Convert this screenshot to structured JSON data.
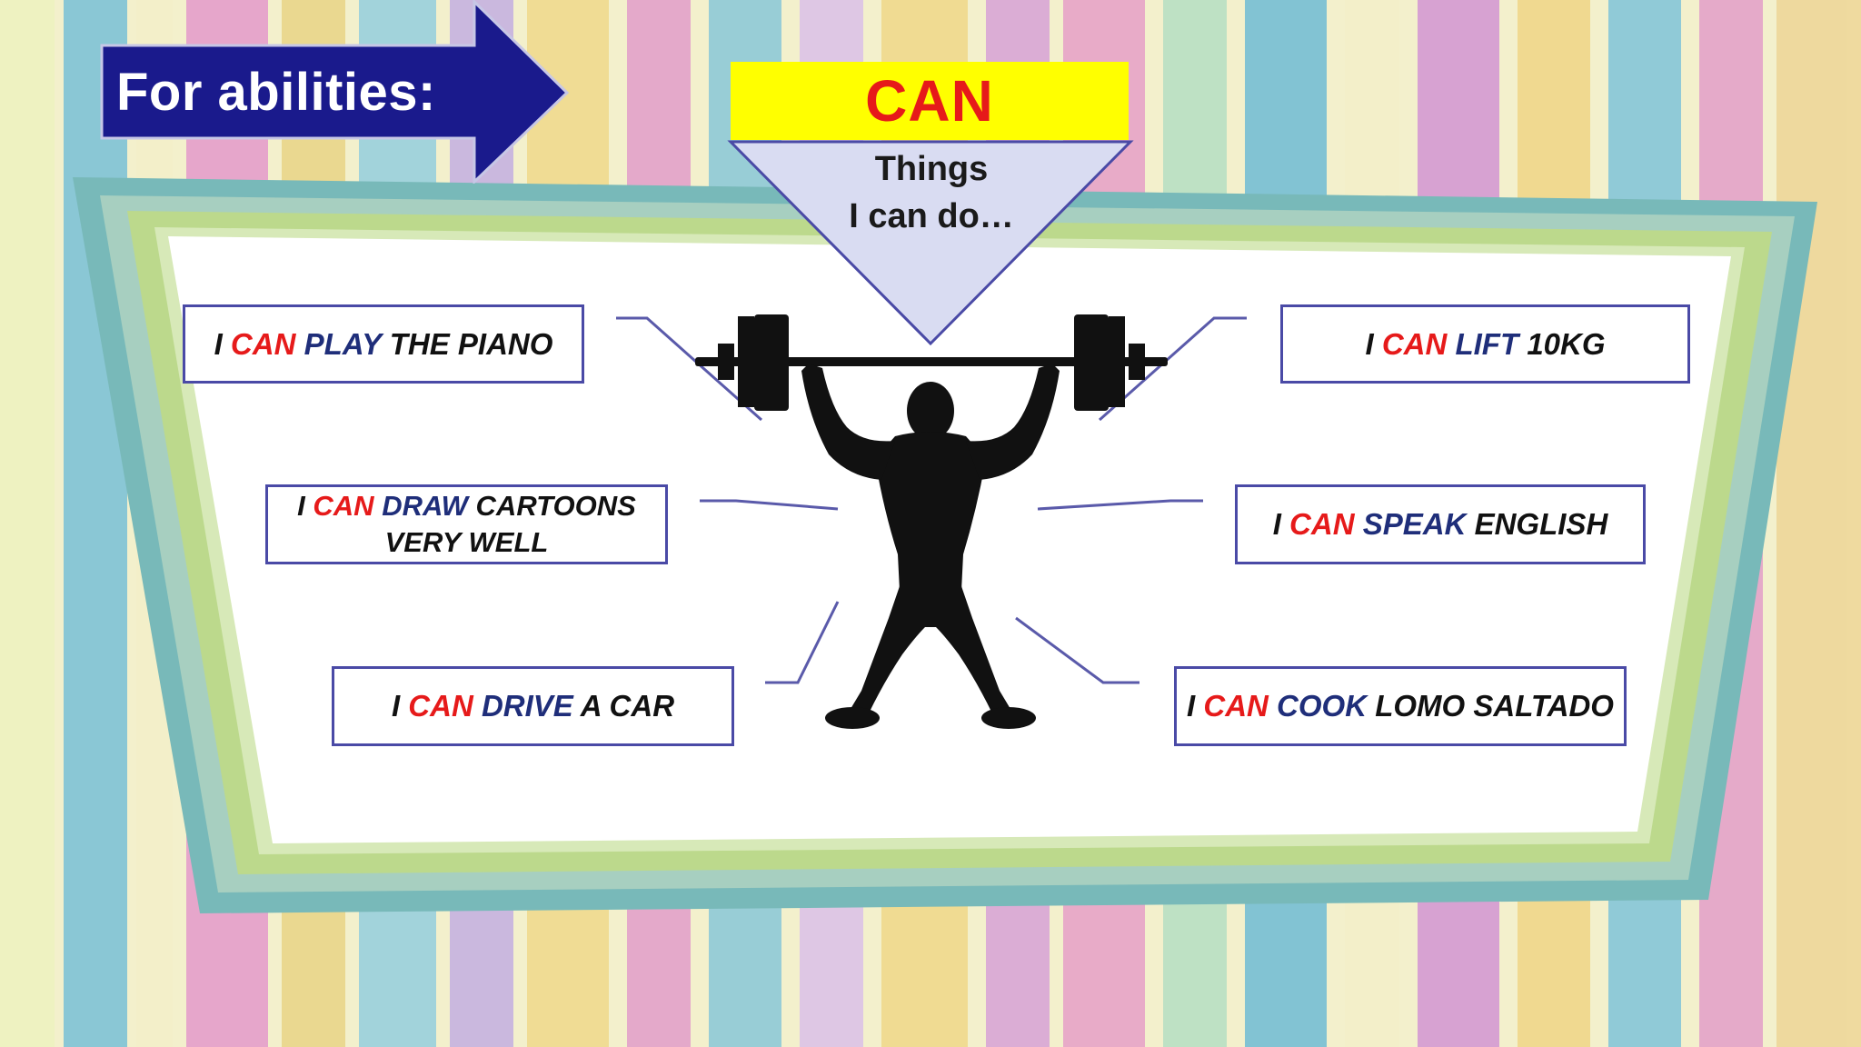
{
  "slide": {
    "arrow_label": "For abilities:",
    "banner_word": "CAN",
    "triangle_line1": "Things",
    "triangle_line2": "I can do…"
  },
  "abilities": [
    {
      "pronoun": "I",
      "modal": "CAN",
      "verb": "PLAY",
      "rest": "THE PIANO"
    },
    {
      "pronoun": "I",
      "modal": "CAN",
      "verb": "LIFT",
      "rest": "10KG"
    },
    {
      "pronoun": "I",
      "modal": "CAN",
      "verb": "DRAW",
      "rest": "CARTOONS",
      "rest2": "VERY WELL"
    },
    {
      "pronoun": "I",
      "modal": "CAN",
      "verb": "SPEAK",
      "rest": "ENGLISH"
    },
    {
      "pronoun": "I",
      "modal": "CAN",
      "verb": "DRIVE",
      "rest": "A CAR"
    },
    {
      "pronoun": "I",
      "modal": "CAN",
      "verb": "COOK",
      "rest": "LOMO SALTADO"
    }
  ],
  "colors": {
    "arrow": "#1a1a8c",
    "banner": "#ffff00",
    "modal_text": "#e61a1a",
    "verb_text": "#1f2e7a",
    "triangle_fill": "#d9dcf2",
    "box_border": "#4a4aa6",
    "frame_outer": "#7fc0c0",
    "frame_inner": "#b8d98a"
  },
  "images": {
    "figure": "weightlifter-silhouette"
  }
}
